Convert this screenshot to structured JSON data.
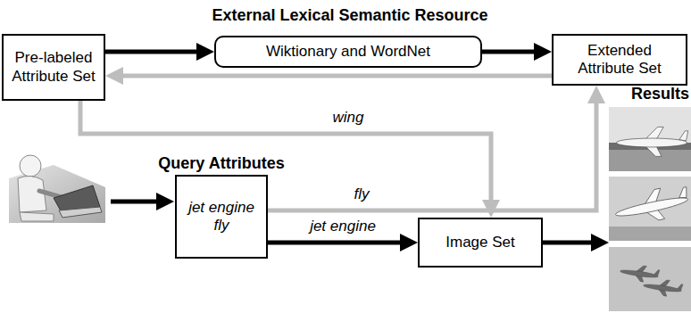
{
  "diagram": {
    "title": "External Lexical Semantic Resource",
    "nodes": [
      {
        "text": [
          "Pre-labeled Attribute Set"
        ]
      },
      {
        "text": [
          "Wiktionary and WordNet"
        ]
      },
      {
        "text": [
          "Extended Attribute Set"
        ]
      },
      {
        "text": [
          "Query Attributes",
          "jet engine",
          "fly"
        ]
      },
      {
        "text": [
          "Image Set"
        ]
      },
      {
        "text": [
          "Results"
        ]
      }
    ],
    "edges": [
      {
        "from": 0,
        "to": 1,
        "arrow": "to"
      },
      {
        "from": 1,
        "to": 2,
        "arrow": "to"
      },
      {
        "from": 2,
        "to": 0,
        "arrow": "to"
      },
      {
        "from": 0,
        "to": 4,
        "label": "wing",
        "arrow": "to"
      },
      {
        "from": 3,
        "to": 2,
        "label": "fly",
        "arrow": "to"
      },
      {
        "from": 3,
        "to": 4,
        "label": "jet engine",
        "arrow": "to"
      },
      {
        "from": 4,
        "to": 5,
        "arrow": "to"
      }
    ]
  }
}
